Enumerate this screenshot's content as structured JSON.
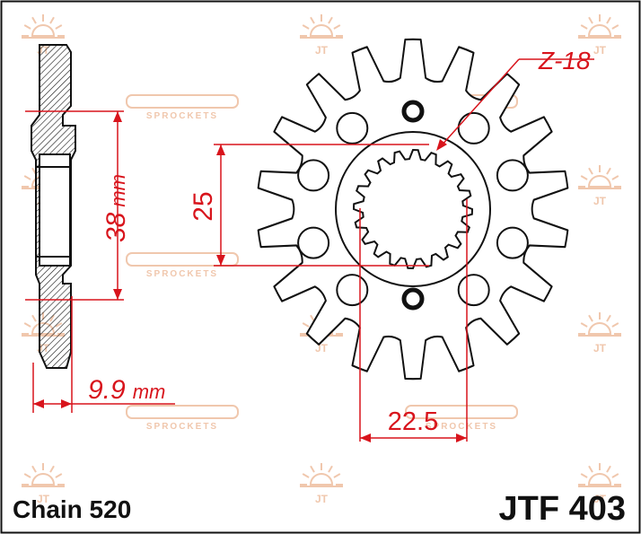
{
  "colors": {
    "outline": "#111111",
    "dimension": "#d8141c",
    "watermark": "#f0c7ad",
    "background": "#ffffff"
  },
  "annotations": {
    "teeth_label": "Z-18",
    "spline_height": "25",
    "hub_diameter_value": "38",
    "hub_diameter_unit": "mm",
    "offset_value": "9.9",
    "offset_unit": "mm",
    "spline_width": "22.5"
  },
  "footer": {
    "chain": "Chain 520",
    "part_number": "JTF 403"
  },
  "watermark": {
    "wordmark": "SPROCKETS",
    "logo_glyph": "JT",
    "icon": "sun-logo-icon"
  }
}
